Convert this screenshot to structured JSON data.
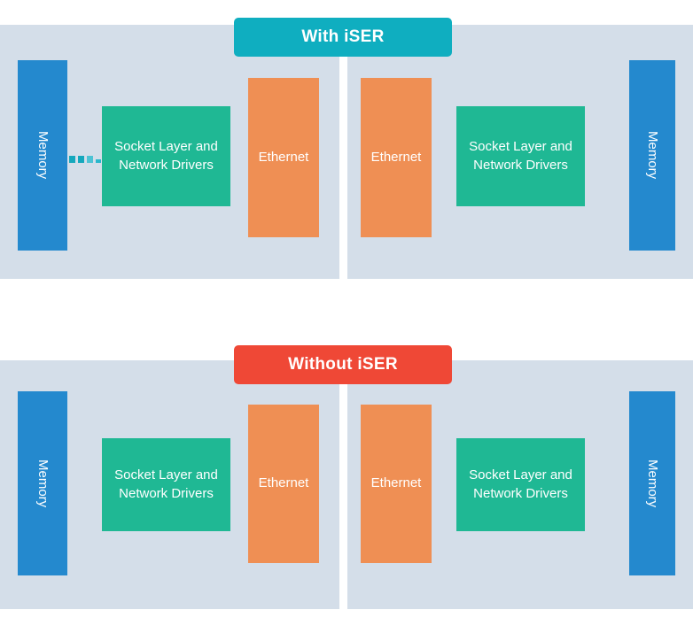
{
  "colors": {
    "panel_background": "#d4dee9",
    "page_background": "#ffffff",
    "memory_blue": "#2489ce",
    "socket_green": "#1fb894",
    "ethernet_orange": "#ef8f54",
    "banner_with_teal": "#0faec0",
    "banner_without_red": "#ef4836",
    "connector_teal": "#15a8bd",
    "label_text": "#ffffff"
  },
  "sections": [
    {
      "id": "with-iser",
      "banner_label": "With iSER",
      "banner_color": "#0faec0",
      "panels": [
        {
          "id": "with-iser-left",
          "nodes": [
            {
              "type": "memory",
              "label": "Memory"
            },
            {
              "type": "socket",
              "label": "Socket Layer and Network Drivers"
            },
            {
              "type": "ethernet",
              "label": "Ethernet"
            }
          ],
          "connector": {
            "name": "dashed-data-path",
            "visible": true,
            "color": "#15a8bd"
          }
        },
        {
          "id": "with-iser-right",
          "nodes": [
            {
              "type": "ethernet",
              "label": "Ethernet"
            },
            {
              "type": "socket",
              "label": "Socket Layer and Network Drivers"
            },
            {
              "type": "memory",
              "label": "Memory"
            }
          ],
          "connector": {
            "name": "dashed-data-path",
            "visible": false,
            "color": "#15a8bd"
          }
        }
      ]
    },
    {
      "id": "without-iser",
      "banner_label": "Without iSER",
      "banner_color": "#ef4836",
      "panels": [
        {
          "id": "without-iser-left",
          "nodes": [
            {
              "type": "memory",
              "label": "Memory"
            },
            {
              "type": "socket",
              "label": "Socket Layer and Network Drivers"
            },
            {
              "type": "ethernet",
              "label": "Ethernet"
            }
          ],
          "connector": {
            "name": "dashed-data-path",
            "visible": false,
            "color": "#15a8bd"
          }
        },
        {
          "id": "without-iser-right",
          "nodes": [
            {
              "type": "ethernet",
              "label": "Ethernet"
            },
            {
              "type": "socket",
              "label": "Socket Layer and Network Drivers"
            },
            {
              "type": "memory",
              "label": "Memory"
            }
          ],
          "connector": {
            "name": "dashed-data-path",
            "visible": false,
            "color": "#15a8bd"
          }
        }
      ]
    }
  ],
  "labels": {
    "memory": "Memory",
    "ethernet": "Ethernet",
    "socket_line1": "Socket Layer and",
    "socket_line2": "Network Drivers",
    "with_iser": "With iSER",
    "without_iser": "Without iSER"
  }
}
